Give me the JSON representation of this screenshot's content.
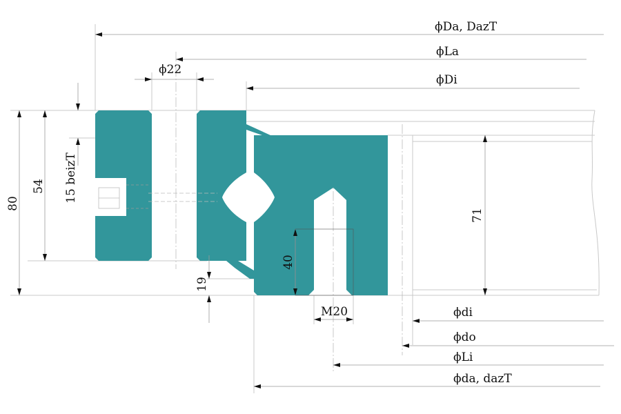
{
  "colors": {
    "ring": "#32969b",
    "line": "#c8c8c8",
    "arrow": "#111111"
  },
  "top_dims": {
    "Da": "ϕDa, DazT",
    "La": "ϕLa",
    "Di": "ϕDi",
    "hole": "ϕ22"
  },
  "left_dims": {
    "total_height": "80",
    "outer_height": "54",
    "beiz": "15 beizT"
  },
  "inner_dims": {
    "gap": "19",
    "thread_depth": "40",
    "thread": "M20",
    "inner_height": "71"
  },
  "bottom_dims": {
    "di": "ϕdi",
    "do": "ϕdo",
    "Li": "ϕLi",
    "da": "ϕda, dazT"
  }
}
